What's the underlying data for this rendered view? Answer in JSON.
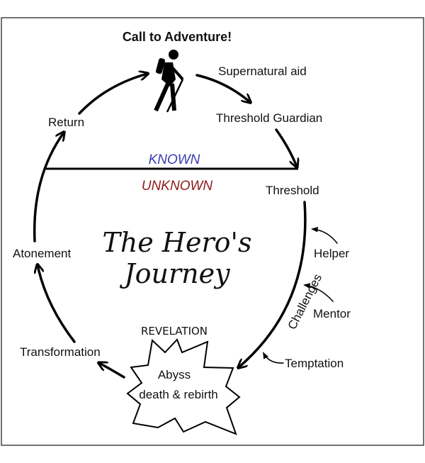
{
  "diagram": {
    "call_to_adventure": "Call to Adventure!",
    "supernatural_aid": "Supernatural aid",
    "threshold_guardian": "Threshold Guardian",
    "return": "Return",
    "known": "KNOWN",
    "unknown": "UNKNOWN",
    "threshold": "Threshold",
    "title_line1": "The Hero's",
    "title_line2": "Journey",
    "atonement": "Atonement",
    "helper": "Helper",
    "mentor": "Mentor",
    "challenges": "Challenges",
    "revelation": "REVELATION",
    "transformation": "Transformation",
    "temptation": "Temptation",
    "abyss": "Abyss",
    "death_rebirth": "death & rebirth",
    "colors": {
      "known": "#3b3bb3",
      "unknown": "#8e1b1b"
    }
  }
}
